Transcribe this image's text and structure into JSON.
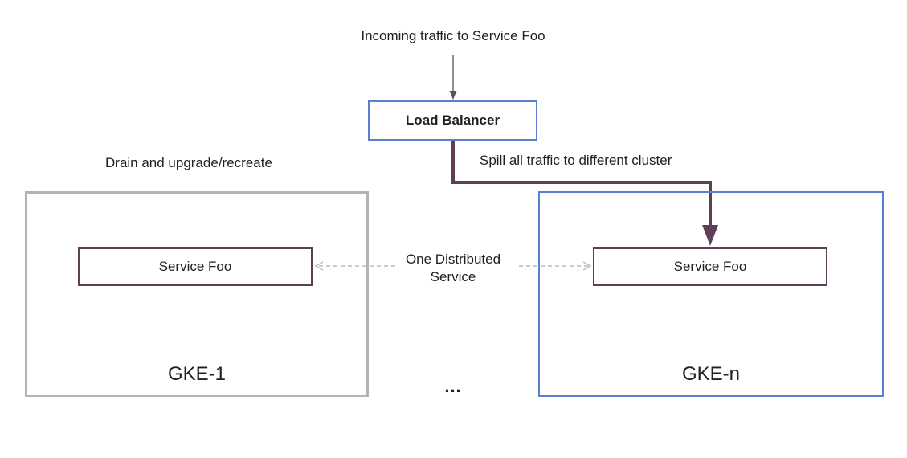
{
  "diagram": {
    "incoming_label": "Incoming traffic to Service Foo",
    "load_balancer_label": "Load Balancer",
    "spill_label": "Spill all traffic to different cluster",
    "drain_label": "Drain and upgrade/recreate",
    "distributed_label_line1": "One Distributed",
    "distributed_label_line2": "Service",
    "ellipsis": "...",
    "clusters": [
      {
        "name": "GKE-1",
        "service": "Service Foo",
        "border_color": "#b3b3b6"
      },
      {
        "name": "GKE-n",
        "service": "Service Foo",
        "border_color": "#5b7fd0"
      }
    ],
    "colors": {
      "load_balancer_border": "#5b7fd0",
      "service_border": "#5e3f56",
      "traffic_arrow": "#5e3f56",
      "dashed_connector": "#b9b9c9"
    }
  }
}
